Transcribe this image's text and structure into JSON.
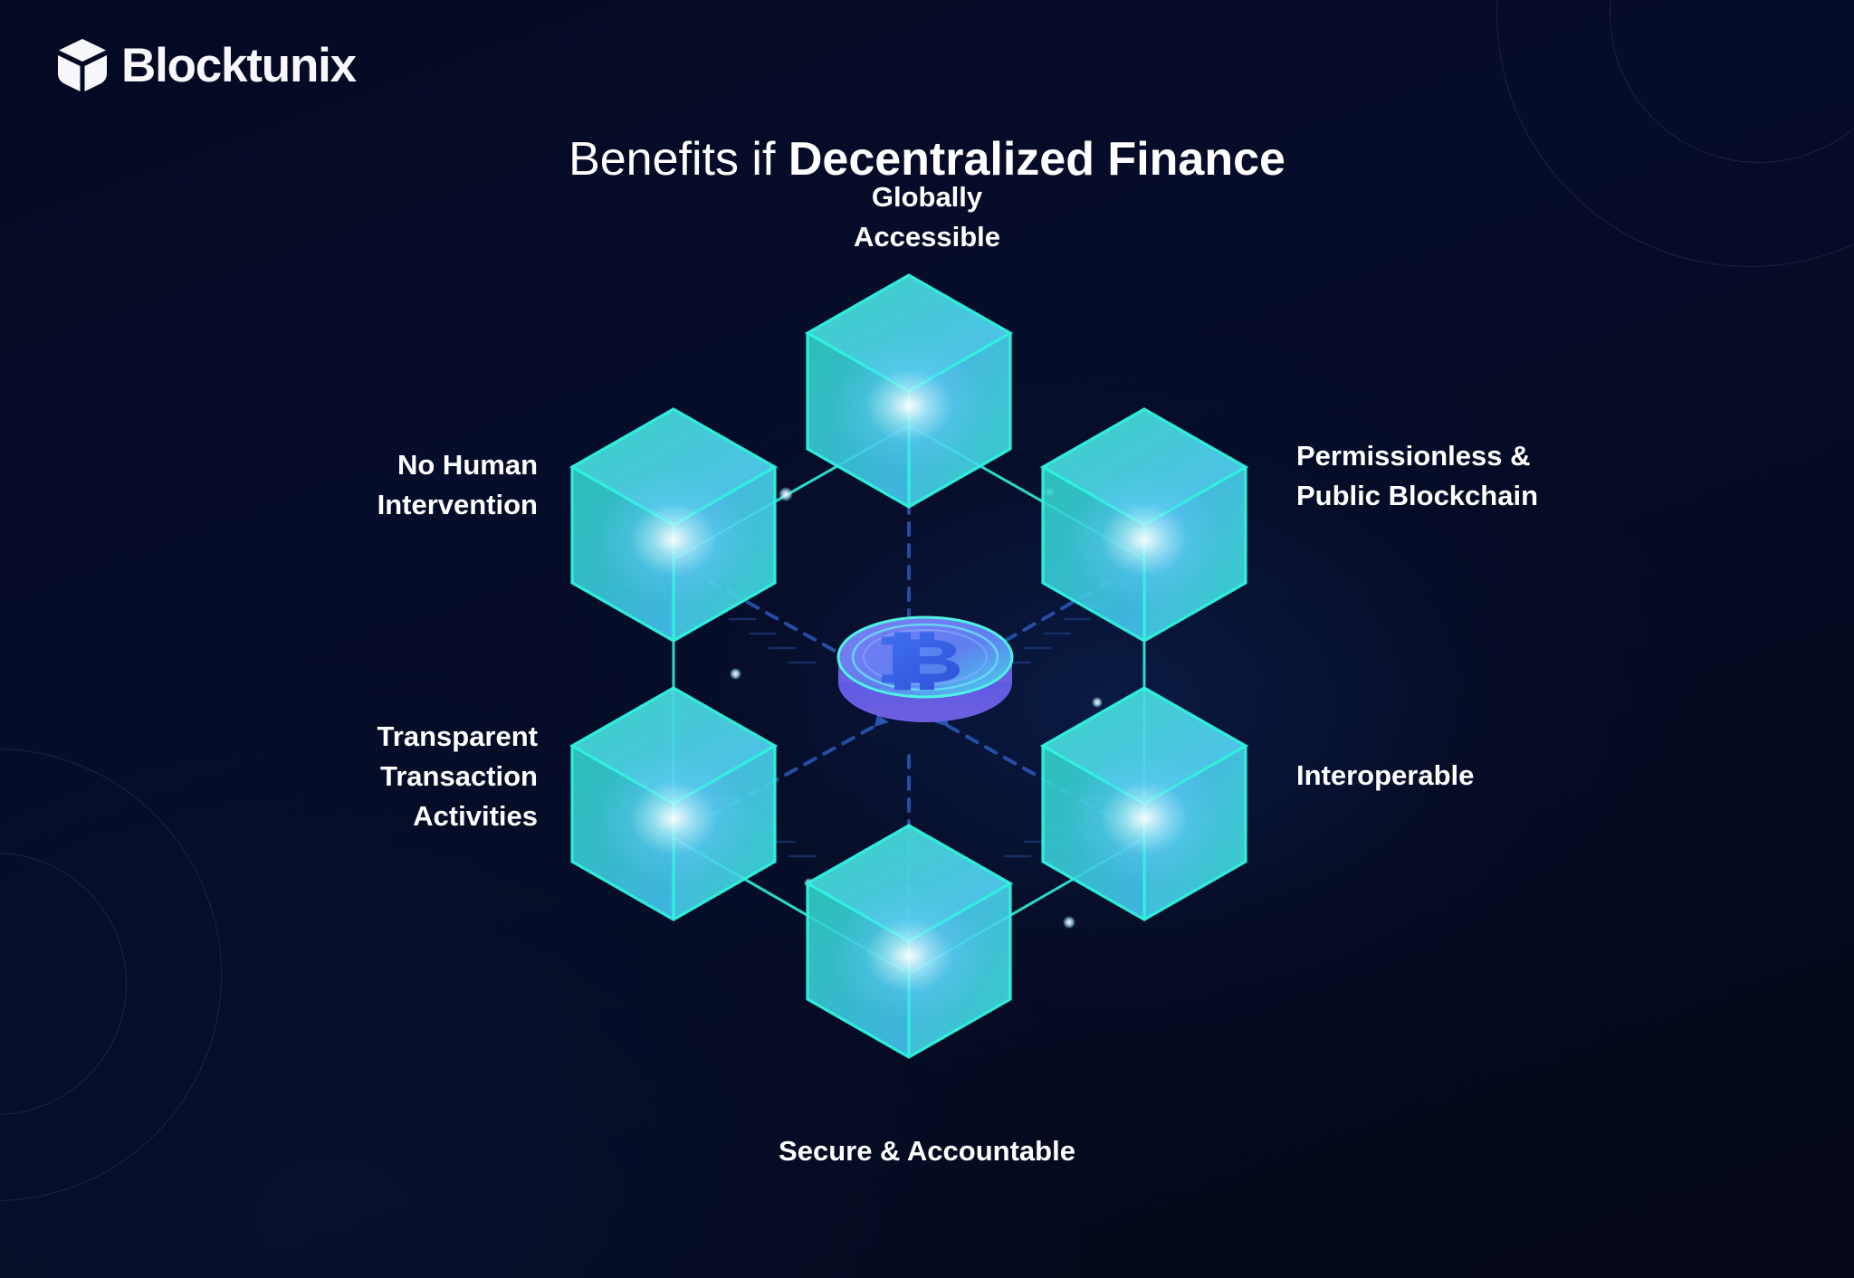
{
  "brand": {
    "name": "Blocktunix",
    "logo_icon": "cube-box-icon"
  },
  "heading": {
    "prefix": "Benefits if ",
    "emphasis": "Decentralized Finance"
  },
  "colors": {
    "background": "#050a23",
    "background_alt": "#060d2a",
    "cube_edge": "#2ff4e0",
    "cube_face_top": "#35e3d2",
    "cube_face_left": "#2fd5c9",
    "cube_face_right": "#4aa8ff",
    "wire_line": "#2ff0dc",
    "wire_dash": "#2a58b8",
    "coin_body": "#5a5af0",
    "coin_rim": "#3fe8e0",
    "text": "#ffffff",
    "ring_stroke": "rgba(150,145,190,0.17)"
  },
  "diagram": {
    "type": "hexagonal-node-diagram",
    "center_node": {
      "name": "bitcoin-coin",
      "symbol": "₿"
    },
    "nodes": [
      {
        "id": "globally-accessible",
        "label": "Globally\nAccessible",
        "position": "top",
        "icon": "cube-node-icon"
      },
      {
        "id": "permissionless-public",
        "label": "Permissionless &\nPublic Blockchain",
        "position": "top-right",
        "icon": "cube-node-icon"
      },
      {
        "id": "interoperable",
        "label": "Interoperable",
        "position": "bottom-right",
        "icon": "cube-node-icon"
      },
      {
        "id": "secure-accountable",
        "label": "Secure & Accountable",
        "position": "bottom",
        "icon": "cube-node-icon"
      },
      {
        "id": "transparent-transaction",
        "label": "Transparent\nTransaction\nActivities",
        "position": "bottom-left",
        "icon": "cube-node-icon"
      },
      {
        "id": "no-human-intervention",
        "label": "No Human\nIntervention",
        "position": "top-left",
        "icon": "cube-node-icon"
      }
    ]
  }
}
